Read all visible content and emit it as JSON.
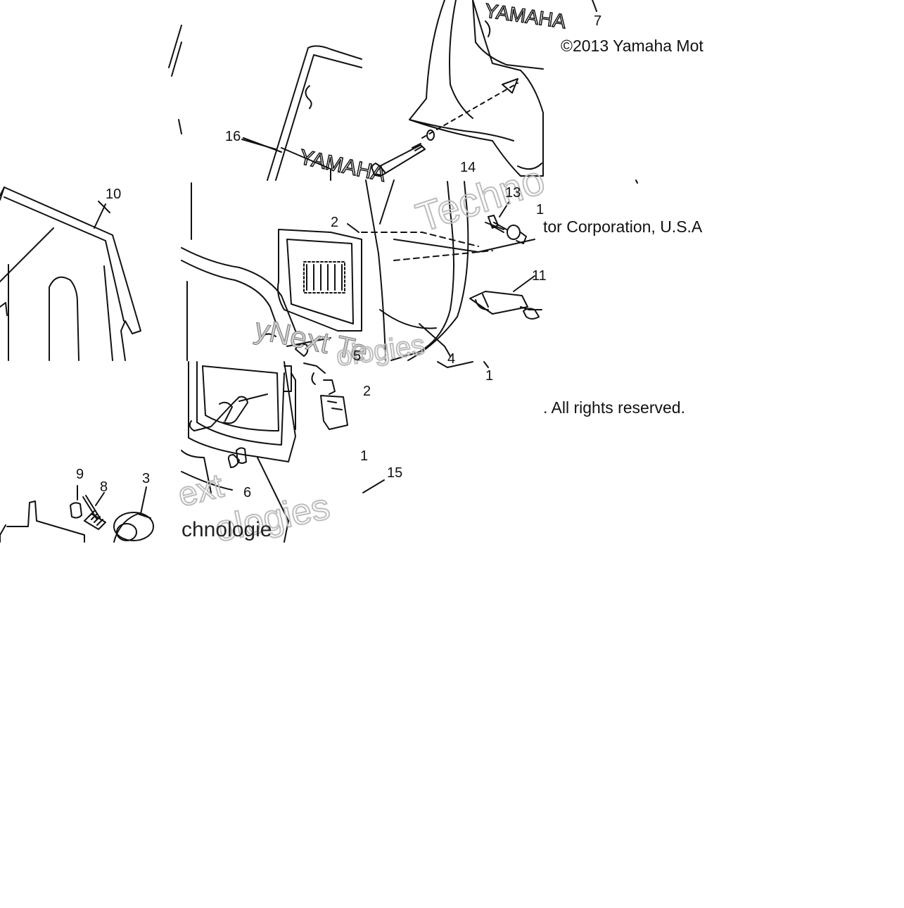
{
  "copyright": {
    "line1": "©2013 Yamaha Mot",
    "line2": "tor Corporation, U.S.A",
    "line3": ". All rights reserved."
  },
  "callouts": {
    "c7": "7",
    "c16": "16",
    "c10": "10",
    "c2a": "2",
    "c14": "14",
    "c13": "13",
    "c4": "4",
    "c5": "5",
    "c1a": "1",
    "c2b": "2",
    "c1b": "1",
    "c15": "15",
    "c6": "6",
    "c9": "9",
    "c8": "8",
    "c3": "3",
    "c11": "11",
    "c12": "1"
  },
  "watermarks": {
    "w1": "Techno",
    "w2": "yNext Te",
    "w3": "ologies",
    "w4": "ext",
    "w5": "ologies",
    "w6": "chnologie"
  },
  "decals": {
    "yamaha_top": "YAMAHA",
    "yamaha_cover": "YAMAHA"
  },
  "colors": {
    "line": "#111111",
    "watermark": "#bdbdbd",
    "background": "#ffffff"
  }
}
